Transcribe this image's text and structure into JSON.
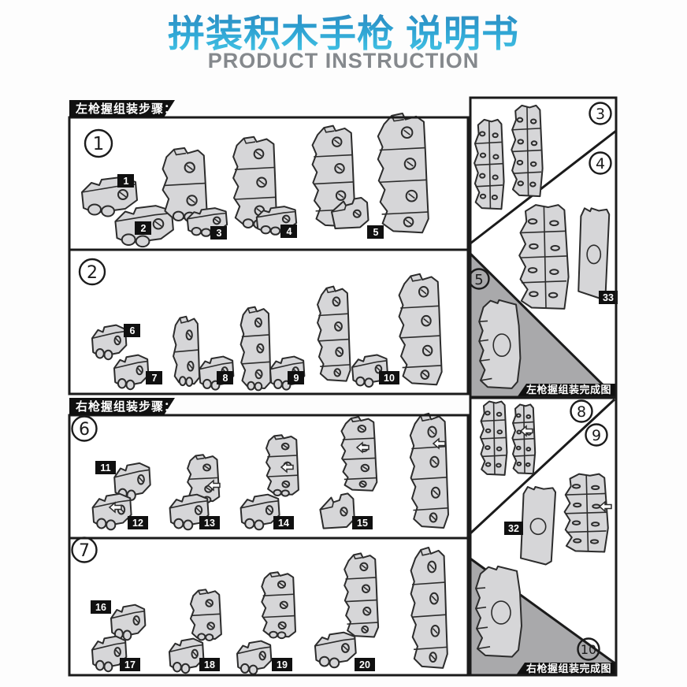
{
  "page": {
    "title": "拼装积木手枪 说明书",
    "subtitle": "PRODUCT INSTRUCTION"
  },
  "tabs": {
    "left": "左枪握组装步骤：",
    "right": "右枪握组装步骤："
  },
  "complete_labels": {
    "left": "左枪握组装完成图",
    "right": "右枪握组装完成图"
  },
  "steps": [
    "1",
    "2",
    "3",
    "4",
    "5",
    "6",
    "7",
    "8",
    "9",
    "10"
  ],
  "parts": [
    "1",
    "2",
    "3",
    "4",
    "5",
    "6",
    "7",
    "8",
    "9",
    "10",
    "11",
    "12",
    "13",
    "14",
    "15",
    "16",
    "17",
    "18",
    "19",
    "20"
  ],
  "plates": {
    "left_grip_cover": "33",
    "right_grip_cover": "32"
  },
  "colors": {
    "title_gradient_top": "#2f7fb6",
    "title_gradient_bottom": "#45c9e8",
    "subtitle_gray": "#85898d",
    "line_black": "#1b1b1b",
    "part_fill": "#d6d6d8",
    "shade_gray": "#a9a9ab",
    "label_bg": "#101010",
    "label_text": "#ffffff"
  }
}
